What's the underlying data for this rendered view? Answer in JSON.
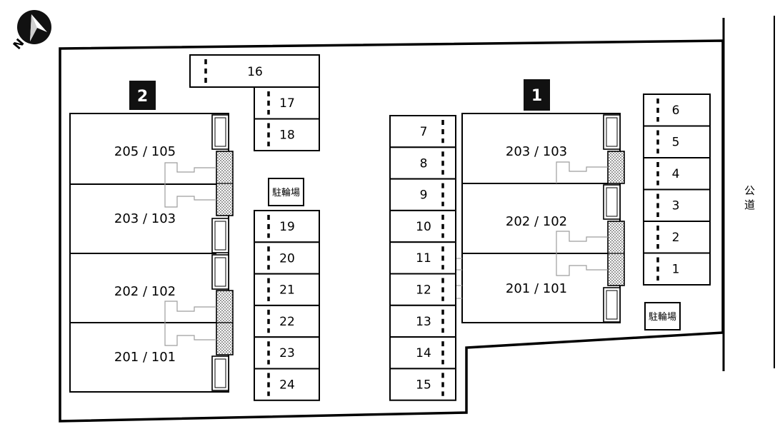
{
  "buildings": [
    {
      "badge": "1",
      "units": [
        "203 / 103",
        "202 / 102",
        "201 / 101"
      ]
    },
    {
      "badge": "2",
      "units": [
        "205 / 105",
        "203 / 103",
        "202 / 102",
        "201 / 101"
      ]
    }
  ],
  "parking": {
    "right_column": [
      "6",
      "5",
      "4",
      "3",
      "2",
      "1"
    ],
    "middle_column": [
      "7",
      "8",
      "9",
      "10",
      "11",
      "12",
      "13",
      "14",
      "15"
    ],
    "top_row": [
      "16"
    ],
    "left_upper": [
      "17",
      "18"
    ],
    "left_lower": [
      "19",
      "20",
      "21",
      "22",
      "23",
      "24"
    ]
  },
  "bicycle_parking": [
    "駐輪場",
    "駐輪場"
  ],
  "road": {
    "label_line1": "公",
    "label_line2": "道"
  },
  "compass": {
    "letter": "N",
    "icon": "compass-north-icon"
  },
  "colors": {
    "line": "#000000",
    "pipe": "#9e9e9e",
    "badge": "#111111"
  }
}
